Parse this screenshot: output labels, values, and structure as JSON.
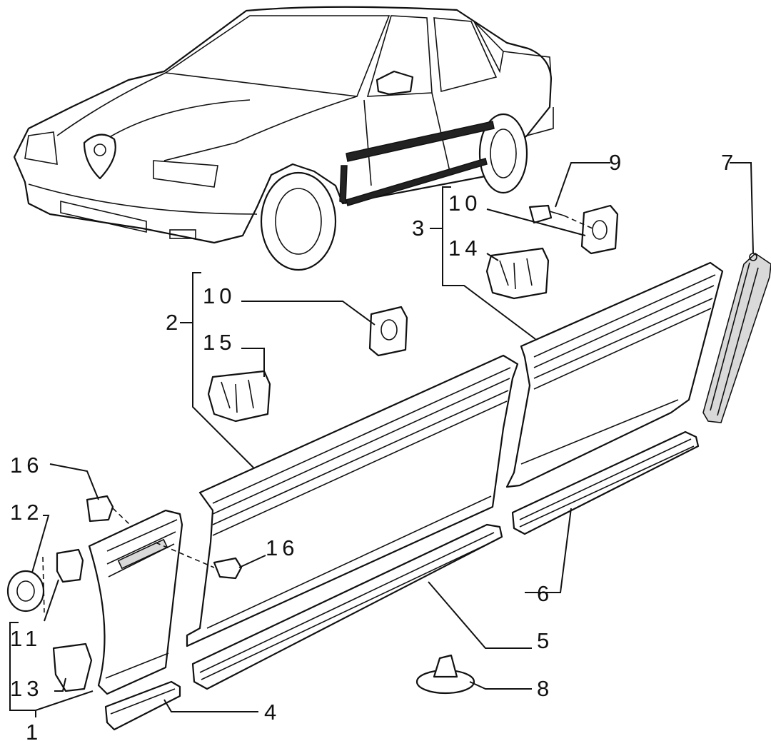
{
  "callouts": [
    {
      "id": "1",
      "text": "1"
    },
    {
      "id": "2",
      "text": "2"
    },
    {
      "id": "3",
      "text": "3"
    },
    {
      "id": "4",
      "text": "4"
    },
    {
      "id": "5",
      "text": "5"
    },
    {
      "id": "6",
      "text": "6"
    },
    {
      "id": "7",
      "text": "7"
    },
    {
      "id": "8",
      "text": "8"
    },
    {
      "id": "9",
      "text": "9"
    },
    {
      "id": "10a",
      "text": "10"
    },
    {
      "id": "10b",
      "text": "10"
    },
    {
      "id": "11",
      "text": "11"
    },
    {
      "id": "12",
      "text": "12"
    },
    {
      "id": "13",
      "text": "13"
    },
    {
      "id": "14a",
      "text": "14"
    },
    {
      "id": "14b",
      "text": "14"
    },
    {
      "id": "15",
      "text": "15"
    },
    {
      "id": "16",
      "text": "16"
    }
  ]
}
